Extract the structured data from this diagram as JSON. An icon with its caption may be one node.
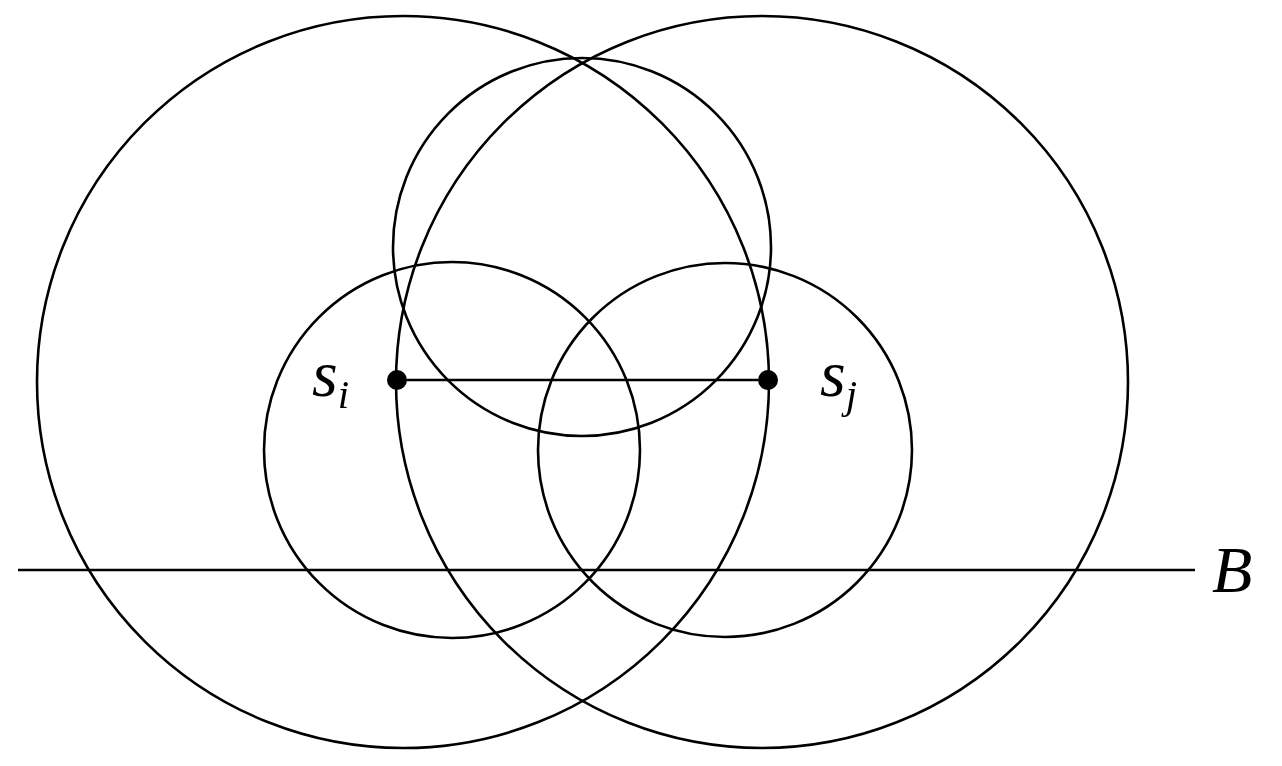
{
  "diagram": {
    "nodes": [
      {
        "text": [],
        "shape": "circle",
        "beside": [
          "s$_{i}$"
        ]
      },
      {
        "text": [],
        "shape": "circle",
        "beside": [
          "s$_{j}$"
        ]
      }
    ],
    "edges": [
      {
        "from": 0,
        "to": 1,
        "arrow": "none"
      }
    ],
    "labels": [
      "B"
    ]
  }
}
